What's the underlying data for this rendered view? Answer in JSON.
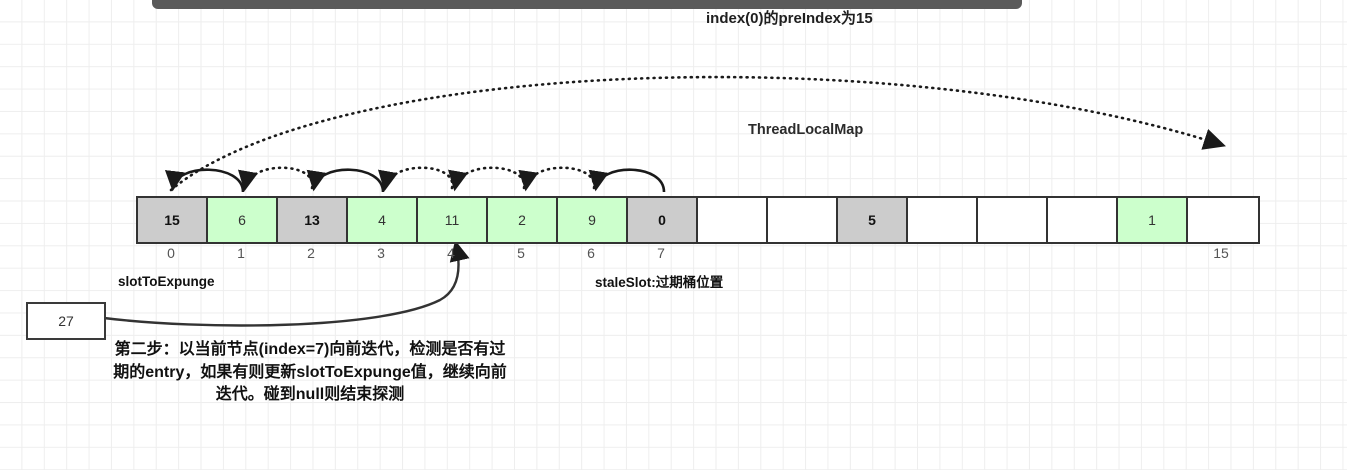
{
  "title": "index(0)的preIndex为15",
  "map_label": "ThreadLocalMap",
  "annotations": {
    "slot_to_expunge": "slotToExpunge",
    "stale_slot": "staleSlot:过期桶位置"
  },
  "value_box": {
    "value": "27"
  },
  "caption": "第二步：以当前节点(index=7)向前迭代，检测是否有过期的entry，如果有则更新slotToExpunge值，继续向前迭代。碰到null则结束探测",
  "colors": {
    "gray_cell": "#cccccc",
    "green_cell": "#ccffcc",
    "empty_cell": "#ffffff",
    "border": "#333333",
    "grid": "#eeeeee",
    "topbar": "#5a5a5a"
  },
  "array": {
    "name": "ThreadLocalMap table",
    "cells": [
      {
        "index": "0",
        "value": "15",
        "state": "gray"
      },
      {
        "index": "1",
        "value": "6",
        "state": "green"
      },
      {
        "index": "2",
        "value": "13",
        "state": "gray"
      },
      {
        "index": "3",
        "value": "4",
        "state": "green"
      },
      {
        "index": "4",
        "value": "11",
        "state": "green"
      },
      {
        "index": "5",
        "value": "2",
        "state": "green"
      },
      {
        "index": "6",
        "value": "9",
        "state": "green"
      },
      {
        "index": "7",
        "value": "0",
        "state": "gray"
      },
      {
        "index": "8",
        "value": "",
        "state": "empty"
      },
      {
        "index": "9",
        "value": "",
        "state": "empty"
      },
      {
        "index": "10",
        "value": "5",
        "state": "gray"
      },
      {
        "index": "11",
        "value": "",
        "state": "empty"
      },
      {
        "index": "12",
        "value": "",
        "state": "empty"
      },
      {
        "index": "13",
        "value": "",
        "state": "empty"
      },
      {
        "index": "14",
        "value": "1",
        "state": "green"
      },
      {
        "index": "15",
        "value": "",
        "state": "empty"
      }
    ],
    "visible_index_labels": [
      "0",
      "1",
      "2",
      "3",
      "4",
      "5",
      "6",
      "7",
      "",
      "",
      "",
      "",
      "",
      "",
      "",
      "15"
    ]
  }
}
